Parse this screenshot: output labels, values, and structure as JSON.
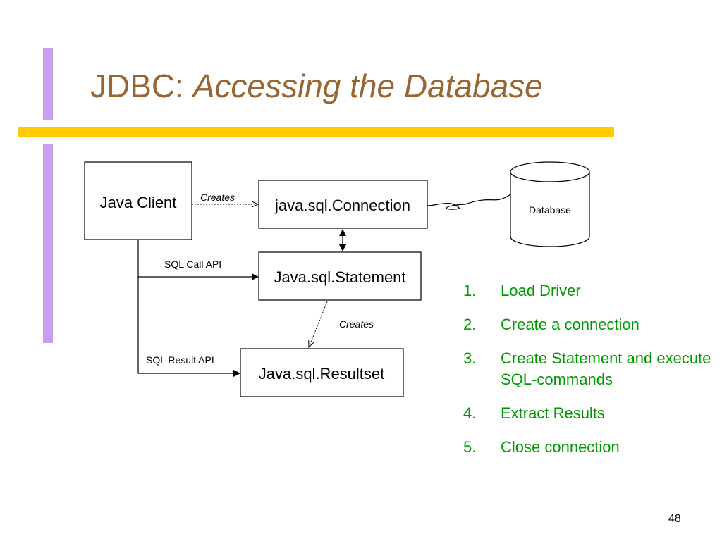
{
  "slide": {
    "title_prefix": "JDBC: ",
    "title_emphasis": "Accessing the Database",
    "page_number": "48"
  },
  "diagram": {
    "nodes": {
      "java_client": "Java Client",
      "connection": "java.sql.Connection",
      "statement": "Java.sql.Statement",
      "resultset": "Java.sql.Resultset",
      "database": "Database"
    },
    "edge_labels": {
      "creates_connection": "Creates",
      "sql_call_api": "SQL Call API",
      "creates_resultset": "Creates",
      "sql_result_api": "SQL Result API"
    }
  },
  "steps": [
    {
      "number": "1.",
      "text": "Load Driver"
    },
    {
      "number": "2.",
      "text": "Create a connection"
    },
    {
      "number": "3.",
      "text": "Create Statement and execute SQL-commands"
    },
    {
      "number": "4.",
      "text": "Extract Results"
    },
    {
      "number": "5.",
      "text": "Close connection"
    }
  ],
  "colors": {
    "title": "#996633",
    "steps": "#009900",
    "accent_bar_purple": "#c99ef1",
    "accent_bar_yellow": "#ffcc00"
  }
}
